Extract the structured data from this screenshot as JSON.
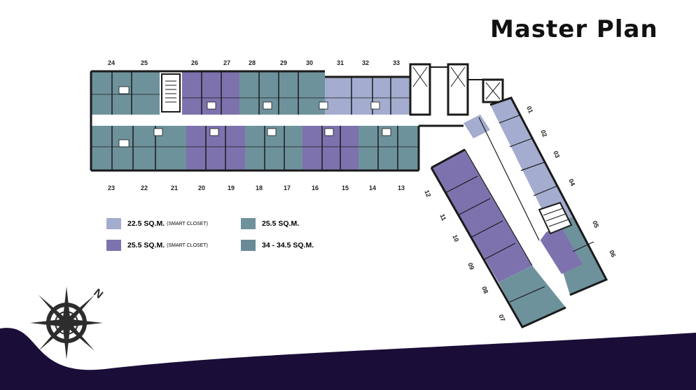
{
  "title": "Master Plan",
  "colors": {
    "smart_closet_22_5": "#a4adcf",
    "smart_closet_25_5": "#7e72ae",
    "standard_25_5": "#6e929c",
    "large_34_5": "#6a8a97",
    "wall": "#1a1a1a",
    "wave": "#1a0e38"
  },
  "legend": [
    {
      "main": "22.5 SQ.M.",
      "sub": "(SMART CLOSET)",
      "color_key": "smart_closet_22_5"
    },
    {
      "main": "25.5 SQ.M.",
      "sub": "",
      "color_key": "standard_25_5"
    },
    {
      "main": "25.5 SQ.M.",
      "sub": "(SMART CLOSET)",
      "color_key": "smart_closet_25_5"
    },
    {
      "main": "34 - 34.5 SQ.M.",
      "sub": "",
      "color_key": "large_34_5"
    }
  ],
  "compass": {
    "north_label": "N"
  },
  "units_top": [
    "24",
    "25",
    "26",
    "27",
    "28",
    "29",
    "30",
    "31",
    "32",
    "33"
  ],
  "units_bottom": [
    "23",
    "22",
    "21",
    "20",
    "19",
    "18",
    "17",
    "16",
    "15",
    "14",
    "13"
  ],
  "units_right": [
    "01",
    "02",
    "03",
    "04",
    "05",
    "06"
  ],
  "units_left_wing": [
    "12",
    "11",
    "10",
    "09",
    "08",
    "07"
  ]
}
